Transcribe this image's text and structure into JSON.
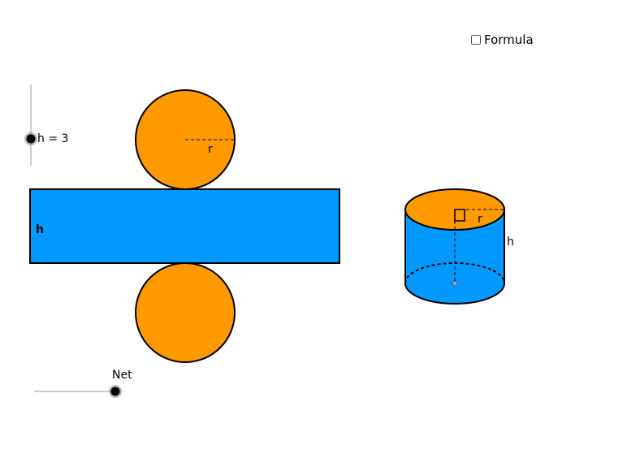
{
  "formula_checkbox": {
    "label": "Formula",
    "checked": false
  },
  "height_slider": {
    "label": "h = 3",
    "value": 3
  },
  "net_slider": {
    "label": "Net"
  },
  "net_figure": {
    "top_radius_label": "r",
    "rect_height_label": "h"
  },
  "cylinder_figure": {
    "radius_label": "r",
    "height_label": "h"
  },
  "colors": {
    "orange": "#ff9900",
    "blue": "#0099ff",
    "stroke": "#000000",
    "slider_track": "#999999",
    "slider_knob": "#000000"
  },
  "icons": {
    "checkbox": "square-checkbox-icon",
    "slider_knob": "circle-knob-icon",
    "right_angle": "right-angle-marker-icon"
  }
}
